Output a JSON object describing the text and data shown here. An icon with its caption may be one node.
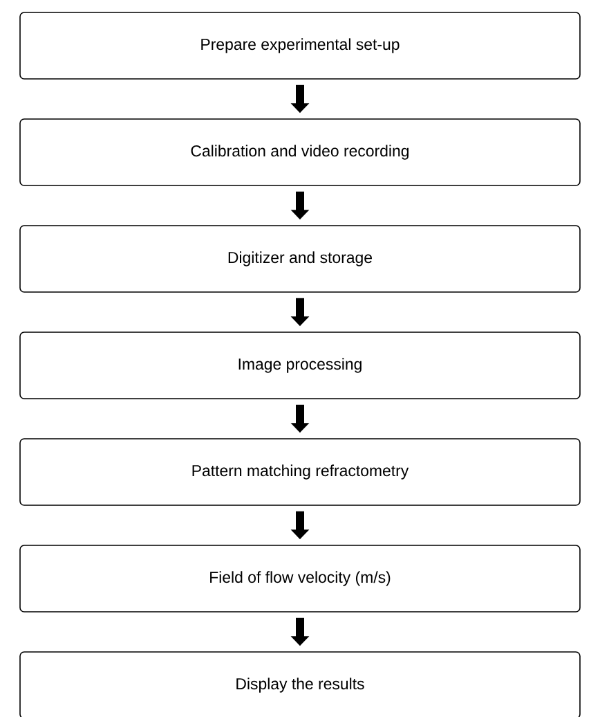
{
  "diagram": {
    "nodes": [
      {
        "text": [
          "Prepare experimental set-up"
        ]
      },
      {
        "text": [
          "Calibration and video recording"
        ]
      },
      {
        "text": [
          "Digitizer and storage"
        ]
      },
      {
        "text": [
          "Image processing"
        ]
      },
      {
        "text": [
          "Pattern matching refractometry"
        ]
      },
      {
        "text": [
          "Field of flow velocity (m/s)"
        ]
      },
      {
        "text": [
          "Display the results"
        ]
      }
    ],
    "edges": [
      {
        "from": 0,
        "to": 1,
        "arrow": "to"
      },
      {
        "from": 1,
        "to": 2,
        "arrow": "to"
      },
      {
        "from": 2,
        "to": 3,
        "arrow": "to"
      },
      {
        "from": 3,
        "to": 4,
        "arrow": "to"
      },
      {
        "from": 4,
        "to": 5,
        "arrow": "to"
      },
      {
        "from": 5,
        "to": 6,
        "arrow": "to"
      }
    ]
  }
}
